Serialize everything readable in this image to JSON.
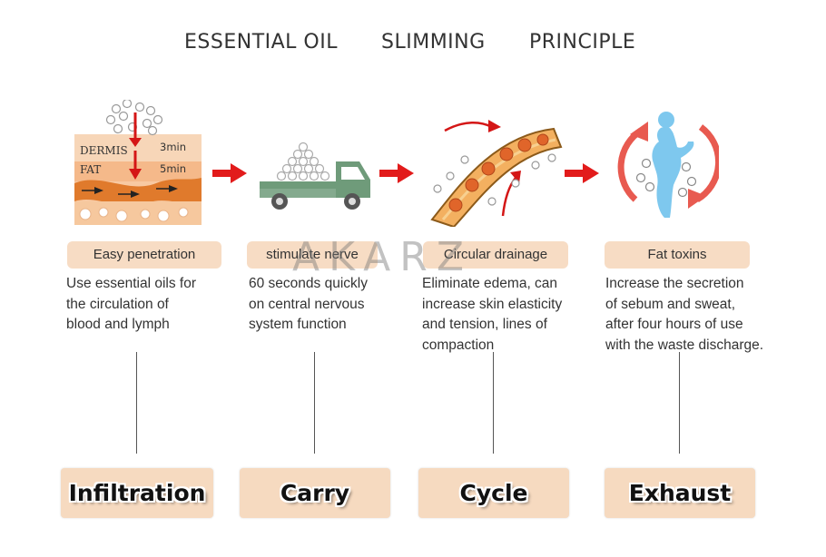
{
  "title": {
    "word1": "ESSENTIAL OIL",
    "word2": "SLIMMING",
    "word3": "PRINCIPLE"
  },
  "watermark": "AKARZ",
  "colors": {
    "accent_red": "#e21b1b",
    "pill_bg": "#f7dcc4",
    "stage_bg": "#f6dac0",
    "truck_green": "#6f9b7a"
  },
  "illustration_labels": {
    "dermis": "DERMIS",
    "fat": "FAT",
    "time1": "3min",
    "time2": "5min"
  },
  "steps": [
    {
      "label": "Easy penetration",
      "desc": [
        "Use essential oils for",
        "the circulation of",
        "blood and lymph"
      ],
      "stage": "Infiltration",
      "icon": "skin-layers-icon"
    },
    {
      "label": "stimulate nerve",
      "desc": [
        "60 seconds quickly",
        "on central nervous",
        "system function"
      ],
      "stage": "Carry",
      "icon": "truck-icon"
    },
    {
      "label": "Circular drainage",
      "desc": [
        "Eliminate edema, can",
        "increase skin elasticity",
        "and tension, lines of",
        "compaction"
      ],
      "stage": "Cycle",
      "icon": "blood-vessel-icon"
    },
    {
      "label": "Fat toxins",
      "desc": [
        "Increase the secretion",
        "of sebum and sweat,",
        "after four hours of use",
        "with the waste discharge."
      ],
      "stage": "Exhaust",
      "icon": "body-cycle-icon"
    }
  ]
}
